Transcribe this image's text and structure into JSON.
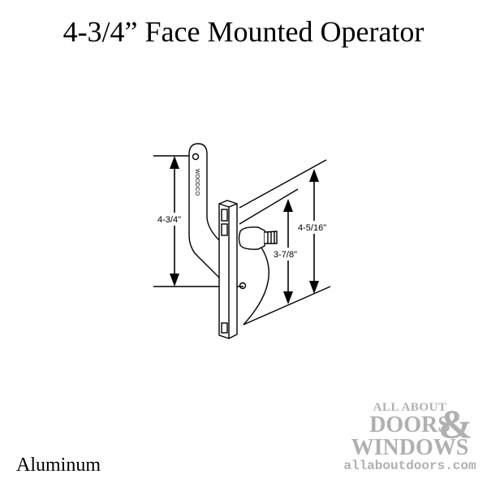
{
  "title": "4-3/4” Face Mounted Operator",
  "material": "Aluminum",
  "drawing": {
    "brand_stamp": "WOODCO",
    "dimensions": {
      "arm_height": "4-3/4\"",
      "overall_height": "4-5/16\"",
      "inner_height": "3-7/8\""
    }
  },
  "logo": {
    "line1": "ALL ABOUT",
    "line2": "DOORS",
    "ampersand": "&",
    "line3": "WINDOWS",
    "url": "allaboutdoors.com"
  }
}
